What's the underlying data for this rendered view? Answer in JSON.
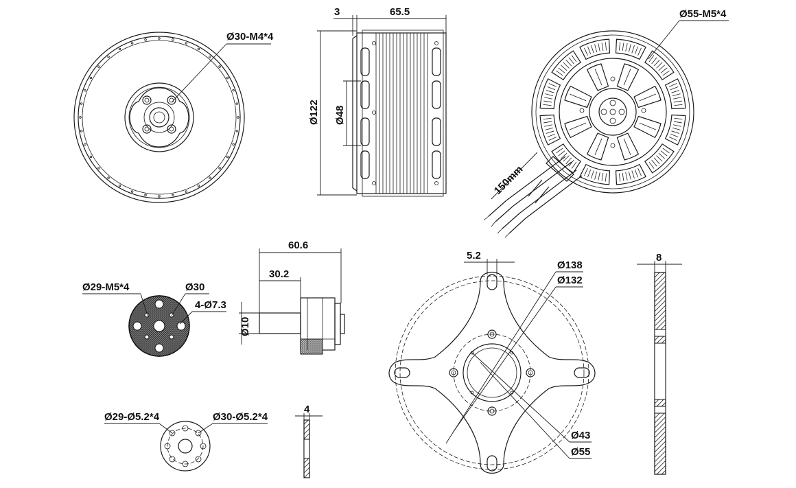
{
  "dimensions": {
    "flange_holes": "Ø30-M4*4",
    "shoulder_width": "3",
    "motor_height": "65.5",
    "outer_diameter": "Ø122",
    "inner_diameter": "Ø48",
    "top_holes": "Ø55-M5*4",
    "cable_length": "150mm",
    "prop_adapter_holes": "Ø29-M5*4",
    "prop_adapter_pcd": "Ø30",
    "prop_adapter_slots": "4-Ø7.3",
    "shaft_total_length": "60.6",
    "shaft_length": "30.2",
    "shaft_diameter": "Ø10",
    "mount_slot_width": "5.2",
    "mount_outer_pcd": "Ø138",
    "mount_inner_pcd": "Ø132",
    "mount_center_hole": "Ø43",
    "mount_bolt_circle": "Ø55",
    "mount_thickness": "8",
    "washer_holes_a": "Ø29-Ø5.2*4",
    "washer_holes_b": "Ø30-Ø5.2*4",
    "washer_thickness": "4"
  }
}
